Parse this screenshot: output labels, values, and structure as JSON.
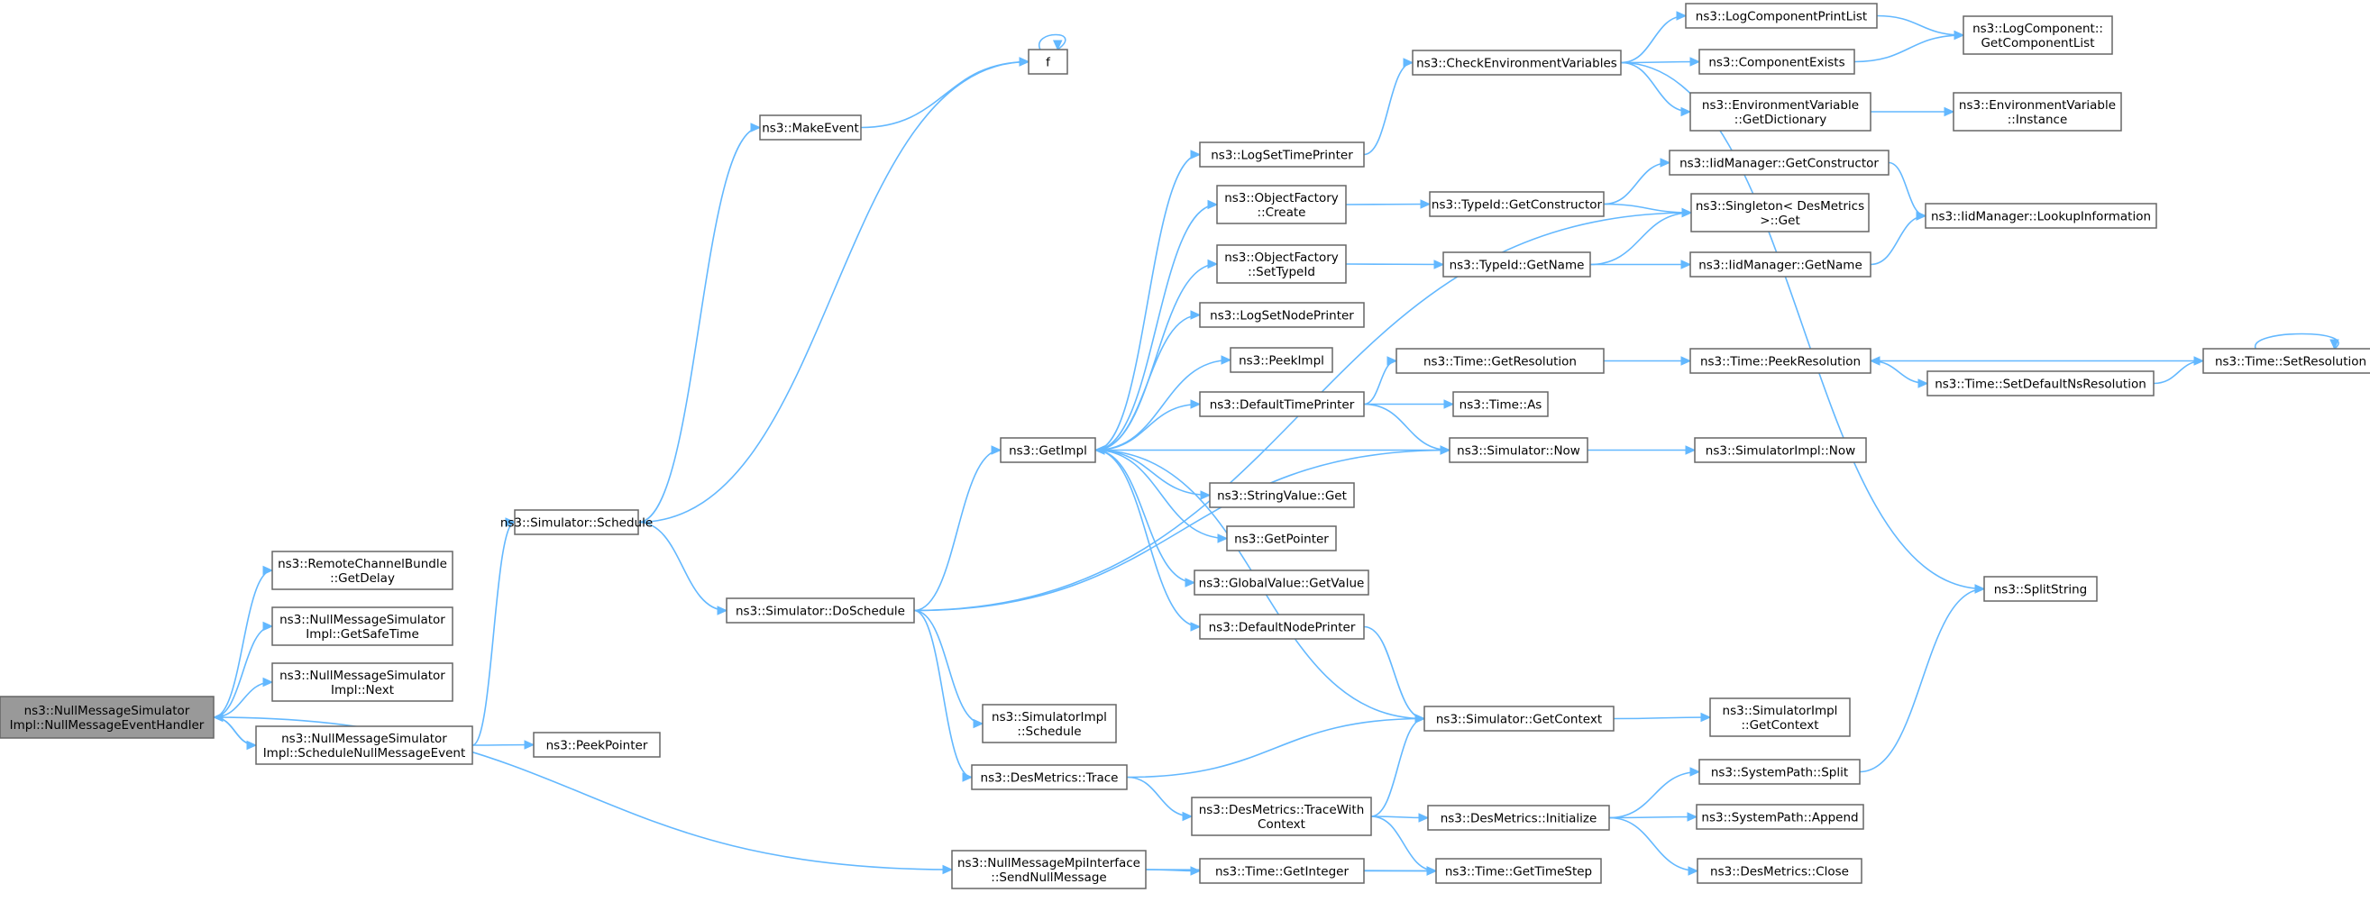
{
  "graph": {
    "nodes": [
      {
        "id": "root",
        "lines": [
          "ns3::NullMessageSimulator",
          "Impl::NullMessageEventHandler"
        ],
        "root": true
      },
      {
        "id": "rcb",
        "lines": [
          "ns3::RemoteChannelBundle",
          "::GetDelay"
        ]
      },
      {
        "id": "safetime",
        "lines": [
          "ns3::NullMessageSimulator",
          "Impl::GetSafeTime"
        ]
      },
      {
        "id": "next",
        "lines": [
          "ns3::NullMessageSimulator",
          "Impl::Next"
        ]
      },
      {
        "id": "schednull",
        "lines": [
          "ns3::NullMessageSimulator",
          "Impl::ScheduleNullMessageEvent"
        ]
      },
      {
        "id": "peekptr",
        "lines": [
          "ns3::PeekPointer"
        ]
      },
      {
        "id": "schedule",
        "lines": [
          "ns3::Simulator::Schedule"
        ]
      },
      {
        "id": "makeevent",
        "lines": [
          "ns3::MakeEvent"
        ]
      },
      {
        "id": "f",
        "lines": [
          "f"
        ]
      },
      {
        "id": "dosched",
        "lines": [
          "ns3::Simulator::DoSchedule"
        ]
      },
      {
        "id": "getimpl",
        "lines": [
          "ns3::GetImpl"
        ]
      },
      {
        "id": "simimplsched",
        "lines": [
          "ns3::SimulatorImpl",
          "::Schedule"
        ]
      },
      {
        "id": "dmtrace",
        "lines": [
          "ns3::DesMetrics::Trace"
        ]
      },
      {
        "id": "sendnull",
        "lines": [
          "ns3::NullMessageMpiInterface",
          "::SendNullMessage"
        ]
      },
      {
        "id": "logsettime",
        "lines": [
          "ns3::LogSetTimePrinter"
        ]
      },
      {
        "id": "ofcreate",
        "lines": [
          "ns3::ObjectFactory",
          "::Create"
        ]
      },
      {
        "id": "ofsettype",
        "lines": [
          "ns3::ObjectFactory",
          "::SetTypeId"
        ]
      },
      {
        "id": "logsetnode",
        "lines": [
          "ns3::LogSetNodePrinter"
        ]
      },
      {
        "id": "peekimpl",
        "lines": [
          "ns3::PeekImpl"
        ]
      },
      {
        "id": "deftime",
        "lines": [
          "ns3::DefaultTimePrinter"
        ]
      },
      {
        "id": "strget",
        "lines": [
          "ns3::StringValue::Get"
        ]
      },
      {
        "id": "getptr",
        "lines": [
          "ns3::GetPointer"
        ]
      },
      {
        "id": "gvget",
        "lines": [
          "ns3::GlobalValue::GetValue"
        ]
      },
      {
        "id": "defnode",
        "lines": [
          "ns3::DefaultNodePrinter"
        ]
      },
      {
        "id": "tracewith",
        "lines": [
          "ns3::DesMetrics::TraceWith",
          "Context"
        ]
      },
      {
        "id": "getinteger",
        "lines": [
          "ns3::Time::GetInteger"
        ]
      },
      {
        "id": "checkenv",
        "lines": [
          "ns3::CheckEnvironmentVariables"
        ]
      },
      {
        "id": "tidgetctor",
        "lines": [
          "ns3::TypeId::GetConstructor"
        ]
      },
      {
        "id": "tidgetname",
        "lines": [
          "ns3::TypeId::GetName"
        ]
      },
      {
        "id": "getres",
        "lines": [
          "ns3::Time::GetResolution"
        ]
      },
      {
        "id": "timeas",
        "lines": [
          "ns3::Time::As"
        ]
      },
      {
        "id": "simnow",
        "lines": [
          "ns3::Simulator::Now"
        ]
      },
      {
        "id": "getctx",
        "lines": [
          "ns3::Simulator::GetContext"
        ]
      },
      {
        "id": "dminit",
        "lines": [
          "ns3::DesMetrics::Initialize"
        ]
      },
      {
        "id": "gettimestep",
        "lines": [
          "ns3::Time::GetTimeStep"
        ]
      },
      {
        "id": "logcplist",
        "lines": [
          "ns3::LogComponentPrintList"
        ]
      },
      {
        "id": "compexists",
        "lines": [
          "ns3::ComponentExists"
        ]
      },
      {
        "id": "envgetdict",
        "lines": [
          "ns3::EnvironmentVariable",
          "::GetDictionary"
        ]
      },
      {
        "id": "iidgetctor",
        "lines": [
          "ns3::IidManager::GetConstructor"
        ]
      },
      {
        "id": "singleton",
        "lines": [
          "ns3::Singleton< DesMetrics",
          " >::Get"
        ]
      },
      {
        "id": "iidgetname",
        "lines": [
          "ns3::IidManager::GetName"
        ]
      },
      {
        "id": "peekres",
        "lines": [
          "ns3::Time::PeekResolution"
        ]
      },
      {
        "id": "simimplnow",
        "lines": [
          "ns3::SimulatorImpl::Now"
        ]
      },
      {
        "id": "simimplctx",
        "lines": [
          "ns3::SimulatorImpl",
          "::GetContext"
        ]
      },
      {
        "id": "spsplit",
        "lines": [
          "ns3::SystemPath::Split"
        ]
      },
      {
        "id": "spappend",
        "lines": [
          "ns3::SystemPath::Append"
        ]
      },
      {
        "id": "dmclose",
        "lines": [
          "ns3::DesMetrics::Close"
        ]
      },
      {
        "id": "logcgetlist",
        "lines": [
          "ns3::LogComponent::",
          "GetComponentList"
        ]
      },
      {
        "id": "envinst",
        "lines": [
          "ns3::EnvironmentVariable",
          "::Instance"
        ]
      },
      {
        "id": "iidlookup",
        "lines": [
          "ns3::IidManager::LookupInformation"
        ]
      },
      {
        "id": "setdefns",
        "lines": [
          "ns3::Time::SetDefaultNsResolution"
        ]
      },
      {
        "id": "splitstr",
        "lines": [
          "ns3::SplitString"
        ]
      },
      {
        "id": "setres",
        "lines": [
          "ns3::Time::SetResolution"
        ]
      }
    ],
    "edges": [
      [
        "root",
        "rcb"
      ],
      [
        "root",
        "safetime"
      ],
      [
        "root",
        "next"
      ],
      [
        "root",
        "schednull"
      ],
      [
        "root",
        "sendnull"
      ],
      [
        "schednull",
        "root"
      ],
      [
        "schednull",
        "peekptr"
      ],
      [
        "schednull",
        "schedule"
      ],
      [
        "schedule",
        "makeevent"
      ],
      [
        "schedule",
        "f"
      ],
      [
        "schedule",
        "dosched"
      ],
      [
        "makeevent",
        "f"
      ],
      [
        "f",
        "f"
      ],
      [
        "dosched",
        "getimpl"
      ],
      [
        "dosched",
        "singleton"
      ],
      [
        "dosched",
        "simnow"
      ],
      [
        "dosched",
        "simimplsched"
      ],
      [
        "dosched",
        "dmtrace"
      ],
      [
        "getimpl",
        "logsettime"
      ],
      [
        "getimpl",
        "ofcreate"
      ],
      [
        "getimpl",
        "ofsettype"
      ],
      [
        "getimpl",
        "logsetnode"
      ],
      [
        "getimpl",
        "peekimpl"
      ],
      [
        "getimpl",
        "deftime"
      ],
      [
        "getimpl",
        "strget"
      ],
      [
        "getimpl",
        "getptr"
      ],
      [
        "getimpl",
        "gvget"
      ],
      [
        "getimpl",
        "defnode"
      ],
      [
        "dmtrace",
        "getctx"
      ],
      [
        "dmtrace",
        "tracewith"
      ],
      [
        "sendnull",
        "getinteger"
      ],
      [
        "sendnull",
        "gettimestep"
      ],
      [
        "logsettime",
        "checkenv"
      ],
      [
        "ofcreate",
        "tidgetctor"
      ],
      [
        "ofsettype",
        "tidgetname"
      ],
      [
        "deftime",
        "getres"
      ],
      [
        "deftime",
        "timeas"
      ],
      [
        "deftime",
        "simnow"
      ],
      [
        "defnode",
        "getctx"
      ],
      [
        "tracewith",
        "getctx"
      ],
      [
        "tracewith",
        "dminit"
      ],
      [
        "tracewith",
        "gettimestep"
      ],
      [
        "getinteger",
        "gettimestep"
      ],
      [
        "checkenv",
        "logcplist"
      ],
      [
        "checkenv",
        "compexists"
      ],
      [
        "checkenv",
        "envgetdict"
      ],
      [
        "checkenv",
        "splitstr"
      ],
      [
        "tidgetctor",
        "iidgetctor"
      ],
      [
        "tidgetctor",
        "singleton"
      ],
      [
        "tidgetname",
        "singleton"
      ],
      [
        "tidgetname",
        "iidgetname"
      ],
      [
        "getres",
        "peekres"
      ],
      [
        "simnow",
        "getimpl"
      ],
      [
        "simnow",
        "simimplnow"
      ],
      [
        "getctx",
        "getimpl"
      ],
      [
        "getctx",
        "simimplctx"
      ],
      [
        "dminit",
        "spsplit"
      ],
      [
        "dminit",
        "spappend"
      ],
      [
        "dminit",
        "dmclose"
      ],
      [
        "logcplist",
        "logcgetlist"
      ],
      [
        "compexists",
        "logcgetlist"
      ],
      [
        "envgetdict",
        "envinst"
      ],
      [
        "iidgetctor",
        "iidlookup"
      ],
      [
        "iidgetname",
        "iidlookup"
      ],
      [
        "peekres",
        "setdefns"
      ],
      [
        "setdefns",
        "setres"
      ],
      [
        "setres",
        "peekres"
      ],
      [
        "setres",
        "setres"
      ],
      [
        "spsplit",
        "splitstr"
      ]
    ]
  }
}
